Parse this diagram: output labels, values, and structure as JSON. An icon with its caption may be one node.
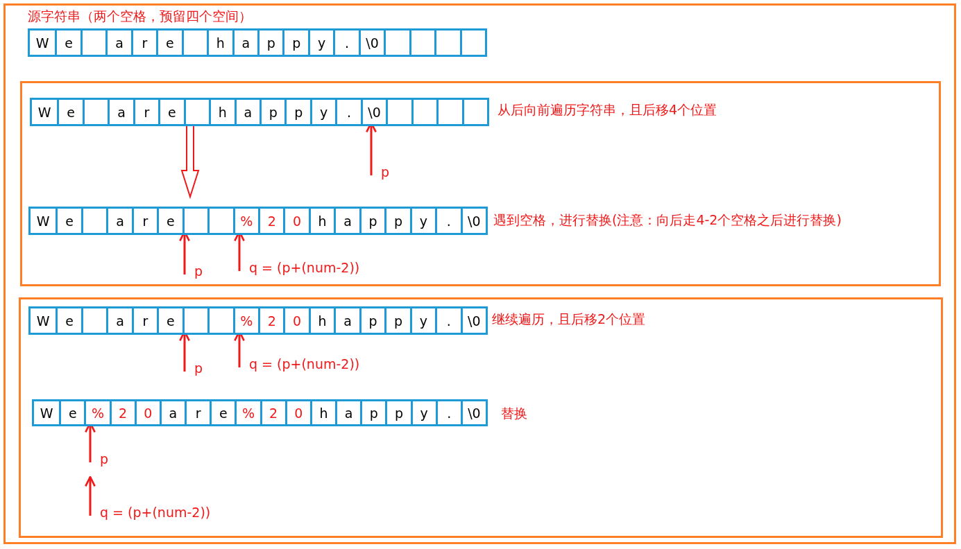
{
  "diagram": {
    "nodes": [
      {
        "text": [
          "源字符串（两个空格，预留四个空间）"
        ]
      },
      {
        "text": [],
        "shape": "box",
        "in": 0
      },
      {
        "text": [
          "W"
        ],
        "in": 1
      },
      {
        "text": [
          "e"
        ],
        "in": 1
      },
      {
        "text": [],
        "shape": "box",
        "in": 1
      },
      {
        "text": [
          "a"
        ],
        "in": 1
      },
      {
        "text": [
          "r"
        ],
        "in": 1
      },
      {
        "text": [
          "e"
        ],
        "in": 1
      },
      {
        "text": [],
        "shape": "box",
        "in": 1
      },
      {
        "text": [
          "h"
        ],
        "in": 1
      },
      {
        "text": [
          "a"
        ],
        "in": 1
      },
      {
        "text": [
          "p"
        ],
        "in": 1
      },
      {
        "text": [
          "p"
        ],
        "in": 1
      },
      {
        "text": [
          "y"
        ],
        "in": 1
      },
      {
        "text": [
          "."
        ],
        "in": 1
      },
      {
        "text": [
          "\\0"
        ],
        "in": 1
      },
      {
        "text": [],
        "shape": "box",
        "in": 1
      },
      {
        "text": [],
        "shape": "box",
        "in": 1
      },
      {
        "text": [],
        "shape": "box",
        "in": 1
      },
      {
        "text": [],
        "shape": "box",
        "in": 1
      },
      {
        "text": [],
        "shape": "box",
        "in": 0
      },
      {
        "text": [],
        "shape": "box",
        "in": 20,
        "beside": [
          "从后向前遍历字符串，且后移4个位置"
        ]
      },
      {
        "text": [
          "W"
        ],
        "in": 21
      },
      {
        "text": [
          "e"
        ],
        "in": 21
      },
      {
        "text": [],
        "shape": "box",
        "in": 21
      },
      {
        "text": [
          "a"
        ],
        "in": 21
      },
      {
        "text": [
          "r"
        ],
        "in": 21
      },
      {
        "text": [
          "e"
        ],
        "in": 21
      },
      {
        "text": [],
        "shape": "box",
        "in": 21
      },
      {
        "text": [
          "h"
        ],
        "in": 21
      },
      {
        "text": [
          "a"
        ],
        "in": 21
      },
      {
        "text": [
          "p"
        ],
        "in": 21
      },
      {
        "text": [
          "p"
        ],
        "in": 21
      },
      {
        "text": [
          "y"
        ],
        "in": 21
      },
      {
        "text": [
          "."
        ],
        "in": 21
      },
      {
        "text": [
          "\\0"
        ],
        "in": 21
      },
      {
        "text": [],
        "shape": "box",
        "in": 21
      },
      {
        "text": [],
        "shape": "box",
        "in": 21
      },
      {
        "text": [],
        "shape": "box",
        "in": 21
      },
      {
        "text": [],
        "shape": "box",
        "in": 21
      },
      {
        "text": [
          "p"
        ],
        "in": 20
      },
      {
        "text": [],
        "shape": "box",
        "in": 20,
        "beside": [
          "遇到空格，进行替换(注意：向后走4-2个空格之后进行替换)"
        ]
      },
      {
        "text": [
          "W"
        ],
        "in": 41
      },
      {
        "text": [
          "e"
        ],
        "in": 41
      },
      {
        "text": [],
        "shape": "box",
        "in": 41
      },
      {
        "text": [
          "a"
        ],
        "in": 41
      },
      {
        "text": [
          "r"
        ],
        "in": 41
      },
      {
        "text": [
          "e"
        ],
        "in": 41
      },
      {
        "text": [],
        "shape": "box",
        "in": 41
      },
      {
        "text": [],
        "shape": "box",
        "in": 41
      },
      {
        "text": [
          "%"
        ],
        "in": 41
      },
      {
        "text": [
          "2"
        ],
        "in": 41
      },
      {
        "text": [
          "0"
        ],
        "in": 41
      },
      {
        "text": [
          "h"
        ],
        "in": 41
      },
      {
        "text": [
          "a"
        ],
        "in": 41
      },
      {
        "text": [
          "p"
        ],
        "in": 41
      },
      {
        "text": [
          "p"
        ],
        "in": 41
      },
      {
        "text": [
          "y"
        ],
        "in": 41
      },
      {
        "text": [
          "."
        ],
        "in": 41
      },
      {
        "text": [
          "\\0"
        ],
        "in": 41
      },
      {
        "text": [
          "p"
        ],
        "in": 20
      },
      {
        "text": [
          "q = (p+(num-2))"
        ],
        "in": 20
      },
      {
        "text": [],
        "shape": "box",
        "in": 0
      },
      {
        "text": [],
        "shape": "box",
        "in": 62,
        "beside": [
          "继续遍历，且后移2个位置"
        ]
      },
      {
        "text": [
          "W"
        ],
        "in": 63
      },
      {
        "text": [
          "e"
        ],
        "in": 63
      },
      {
        "text": [],
        "shape": "box",
        "in": 63
      },
      {
        "text": [
          "a"
        ],
        "in": 63
      },
      {
        "text": [
          "r"
        ],
        "in": 63
      },
      {
        "text": [
          "e"
        ],
        "in": 63
      },
      {
        "text": [],
        "shape": "box",
        "in": 63
      },
      {
        "text": [],
        "shape": "box",
        "in": 63
      },
      {
        "text": [
          "%"
        ],
        "in": 63
      },
      {
        "text": [
          "2"
        ],
        "in": 63
      },
      {
        "text": [
          "0"
        ],
        "in": 63
      },
      {
        "text": [
          "h"
        ],
        "in": 63
      },
      {
        "text": [
          "a"
        ],
        "in": 63
      },
      {
        "text": [
          "p"
        ],
        "in": 63
      },
      {
        "text": [
          "p"
        ],
        "in": 63
      },
      {
        "text": [
          "y"
        ],
        "in": 63
      },
      {
        "text": [
          "."
        ],
        "in": 63
      },
      {
        "text": [
          "\\0"
        ],
        "in": 63
      },
      {
        "text": [
          "p"
        ],
        "in": 62
      },
      {
        "text": [
          "q = (p+(num-2))"
        ],
        "in": 62
      },
      {
        "text": [],
        "shape": "box",
        "in": 62,
        "beside": [
          "替换"
        ]
      },
      {
        "text": [
          "W"
        ],
        "in": 84
      },
      {
        "text": [
          "e"
        ],
        "in": 84
      },
      {
        "text": [
          "%"
        ],
        "in": 84
      },
      {
        "text": [
          "2"
        ],
        "in": 84
      },
      {
        "text": [
          "0"
        ],
        "in": 84
      },
      {
        "text": [
          "a"
        ],
        "in": 84
      },
      {
        "text": [
          "r"
        ],
        "in": 84
      },
      {
        "text": [
          "e"
        ],
        "in": 84
      },
      {
        "text": [
          "%"
        ],
        "in": 84
      },
      {
        "text": [
          "2"
        ],
        "in": 84
      },
      {
        "text": [
          "0"
        ],
        "in": 84
      },
      {
        "text": [
          "h"
        ],
        "in": 84
      },
      {
        "text": [
          "a"
        ],
        "in": 84
      },
      {
        "text": [
          "p"
        ],
        "in": 84
      },
      {
        "text": [
          "p"
        ],
        "in": 84
      },
      {
        "text": [
          "y"
        ],
        "in": 84
      },
      {
        "text": [
          "."
        ],
        "in": 84
      },
      {
        "text": [
          "\\0"
        ],
        "in": 84
      },
      {
        "text": [
          "p"
        ],
        "in": 62
      },
      {
        "text": [
          "q = (p+(num-2))"
        ],
        "in": 62
      }
    ],
    "edges": [
      {
        "from": 21,
        "to": 41,
        "arrow": "to",
        "style": "thick"
      },
      {
        "from": 40,
        "to": 35,
        "arrow": "to"
      },
      {
        "from": 60,
        "to": 48,
        "arrow": "to"
      },
      {
        "from": 61,
        "to": 50,
        "arrow": "to"
      },
      {
        "from": 82,
        "to": 70,
        "arrow": "to"
      },
      {
        "from": 83,
        "to": 72,
        "arrow": "to"
      },
      {
        "from": 103,
        "to": 87,
        "arrow": "to"
      },
      {
        "from": 104,
        "to": 103,
        "arrow": "to"
      }
    ]
  }
}
